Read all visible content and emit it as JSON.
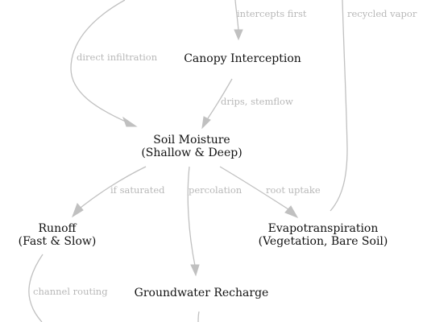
{
  "colors": {
    "edge": "#c0c0c0",
    "edge_label": "#b8b8b8",
    "node_text": "#111111",
    "background": "#ffffff"
  },
  "nodes": {
    "canopy": {
      "line1": "Canopy Interception"
    },
    "soil": {
      "line1": "Soil Moisture",
      "line2": "(Shallow & Deep)"
    },
    "runoff": {
      "line1": "Runoff",
      "line2": "(Fast & Slow)"
    },
    "evapo": {
      "line1": "Evapotranspiration",
      "line2": "(Vegetation, Bare Soil)"
    },
    "groundwater": {
      "line1": "Groundwater Recharge"
    }
  },
  "edges": {
    "intercepts_first": "intercepts first",
    "recycled_vapor": "recycled vapor",
    "direct_infiltration": "direct infiltration",
    "drips_stemflow": "drips, stemflow",
    "if_saturated": "if saturated",
    "percolation": "percolation",
    "root_uptake": "root uptake",
    "channel_routing": "channel routing"
  }
}
